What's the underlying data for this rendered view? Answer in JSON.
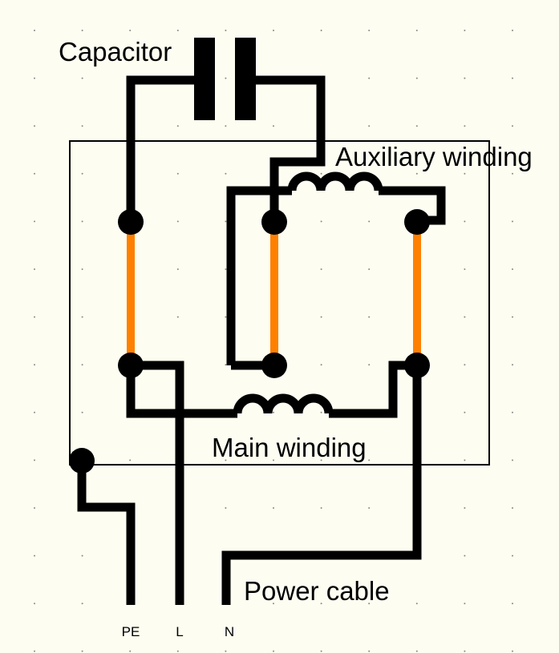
{
  "labels": {
    "capacitor": "Capacitor",
    "auxiliary_winding": "Auxiliary winding",
    "main_winding": "Main winding",
    "power_cable": "Power cable",
    "pe": "PE",
    "l": "L",
    "n": "N"
  },
  "colors": {
    "background": "#fdfdf2",
    "wire": "#000000",
    "jumper": "#ff8000",
    "grid_dots": "#8a8a80"
  }
}
